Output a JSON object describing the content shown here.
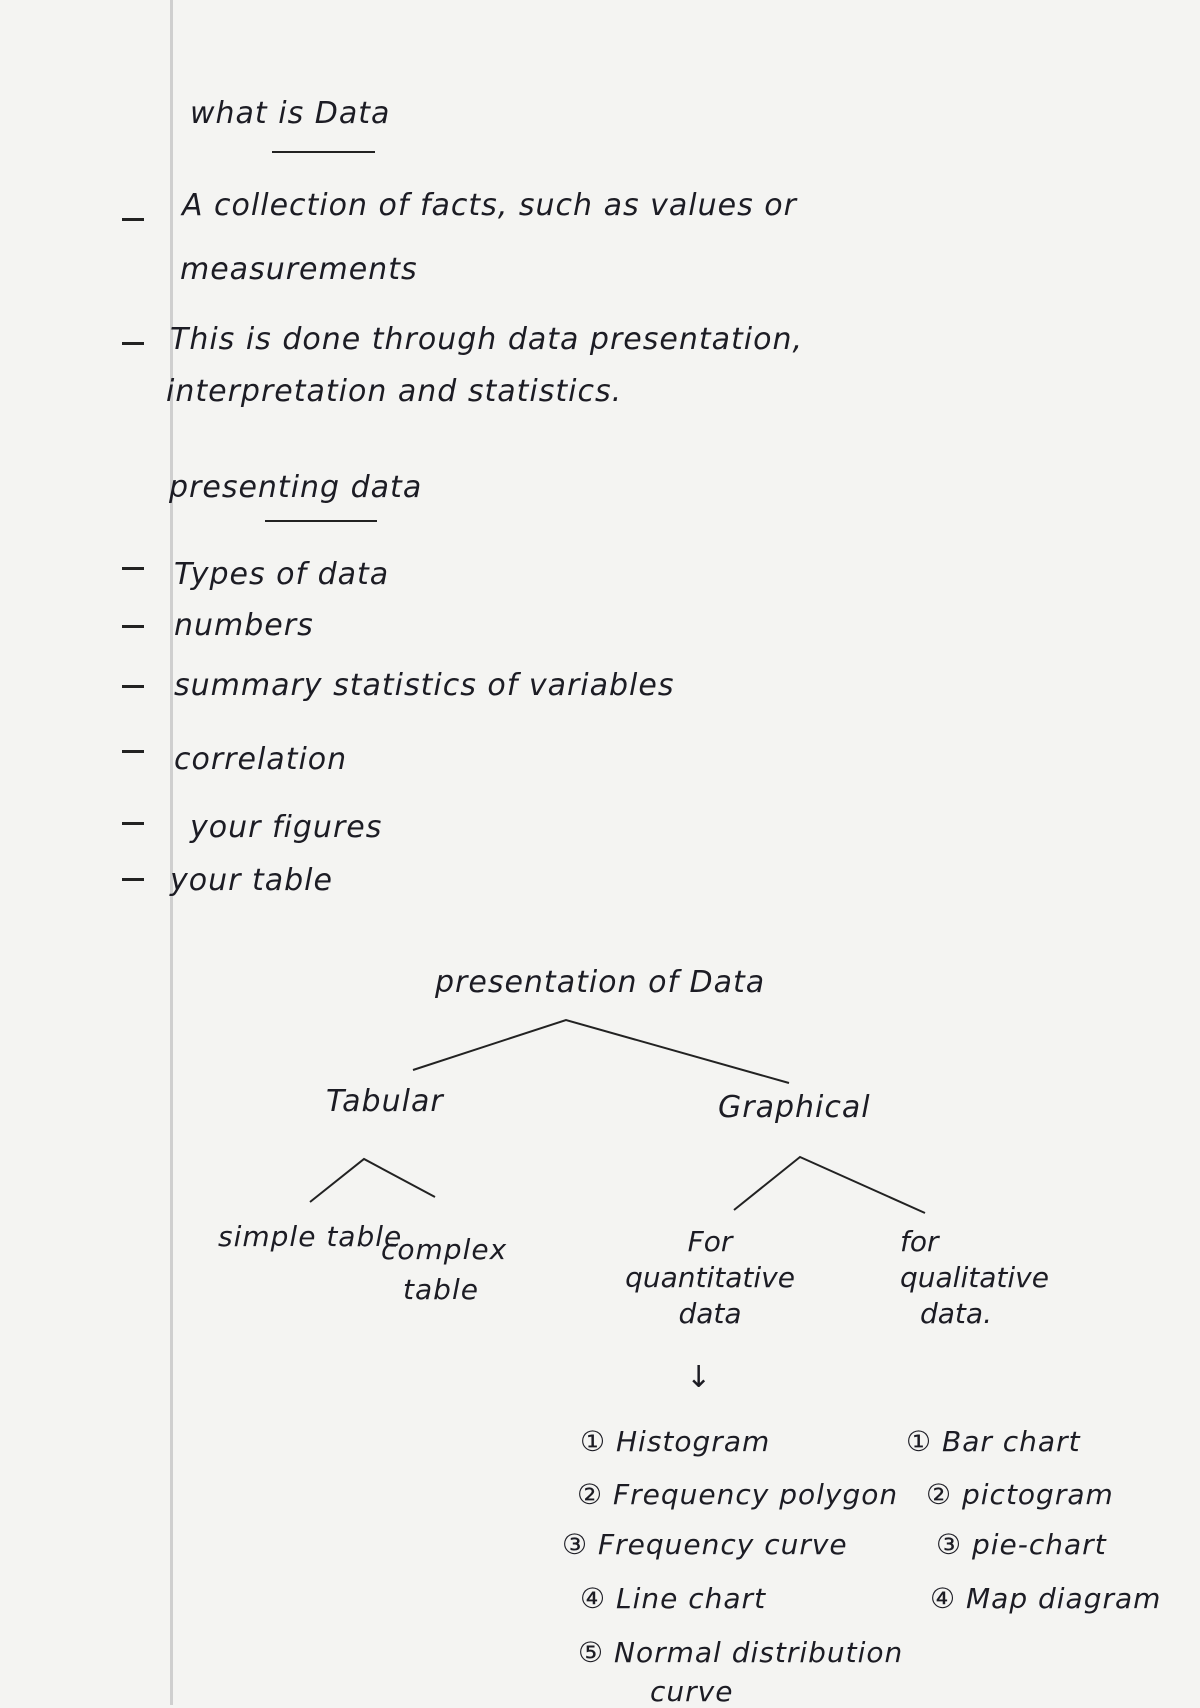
{
  "section1": {
    "heading": "what is Data",
    "bullets": [
      {
        "line1": "A collection of facts, such as values or",
        "line2": "measurements"
      },
      {
        "line1": "This is done through data presentation,",
        "line2": "interpretation and statistics."
      }
    ]
  },
  "section2": {
    "heading": "presenting data",
    "items": [
      "Types of data",
      "numbers",
      "summary statistics of variables",
      "correlation",
      "your figures",
      "your table"
    ]
  },
  "tree": {
    "root": "presentation of Data",
    "tabular": {
      "label": "Tabular",
      "children": [
        "simple table",
        "complex table"
      ]
    },
    "graphical": {
      "label": "Graphical",
      "quantitative": {
        "label_line1": "For",
        "label_line2": "quantitative",
        "label_line3": "data",
        "items": [
          "① Histogram",
          "② Frequency polygon",
          "③ Frequency curve",
          "④ Line chart",
          "⑤ Normal distribution",
          "curve"
        ]
      },
      "qualitative": {
        "label_line1": "for",
        "label_line2": "qualitative",
        "label_line3": "data.",
        "items": [
          "① Bar chart",
          "② pictogram",
          "③ pie-chart",
          "④ Map diagram"
        ]
      }
    },
    "arrow": "↓"
  }
}
